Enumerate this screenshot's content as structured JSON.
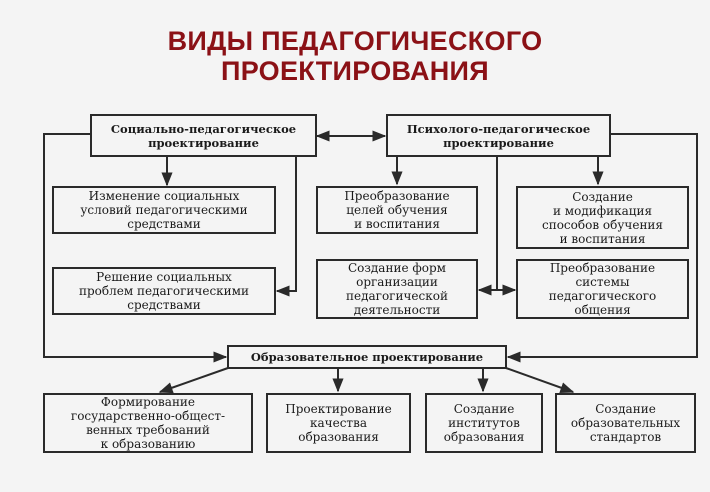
{
  "title": {
    "line1": "ВИДЫ ПЕДАГОГИЧЕСКОГО",
    "line2": "ПРОЕКТИРОВАНИЯ"
  },
  "colors": {
    "title": "#8b1116",
    "lines": "#2a2a2a",
    "background": "#f4f4f4"
  },
  "social": {
    "label": "Социально-педагогическое\nпроектирование",
    "children": [
      "Изменение социальных\nусловий педагогическими\nсредствами",
      "Решение социальных\nпроблем педагогическими\nсредствами"
    ]
  },
  "psycho": {
    "label": "Психолого-педагогическое\nпроектирование",
    "children": [
      "Преобразование\nцелей обучения\nи воспитания",
      "Создание\nи модификация\nспособов обучения\nи воспитания",
      "Создание форм\nорганизации\nпедагогической\nдеятельности",
      "Преобразование\nсистемы\nпедагогического\nобщения"
    ]
  },
  "education": {
    "label": "Образовательное проектирование",
    "children": [
      "Формирование\nгосударственно-общест-\nвенных требований\nк образованию",
      "Проектирование\nкачества\nобразования",
      "Создание\nинститутов\nобразования",
      "Создание\nобразовательных\nстандартов"
    ]
  }
}
